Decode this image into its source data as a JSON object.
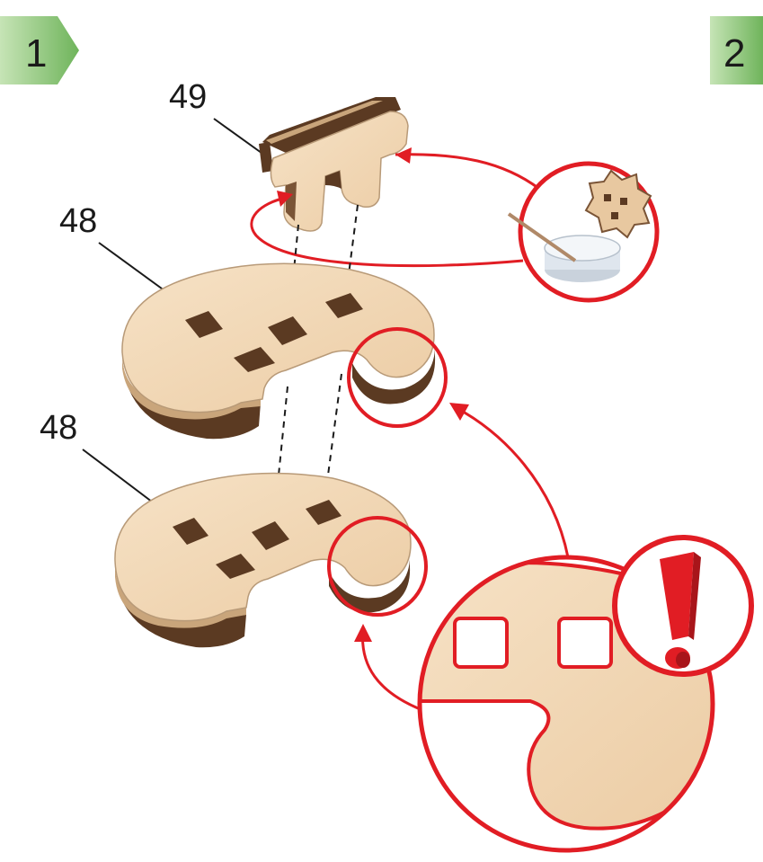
{
  "steps": [
    {
      "number": "1"
    },
    {
      "number": "2"
    }
  ],
  "parts": {
    "top_connector": "49",
    "upper_disc": "48",
    "lower_disc": "48"
  },
  "colors": {
    "step_badge": "#7fc06b",
    "wood_face": "#f3d9b7",
    "wood_layer_dark": "#5b3a22",
    "wood_layer_mid": "#c9a57b",
    "callout_red": "#e11d24"
  },
  "icons": {
    "glue_pot": "glue-pot-icon",
    "warning": "exclamation-icon"
  }
}
